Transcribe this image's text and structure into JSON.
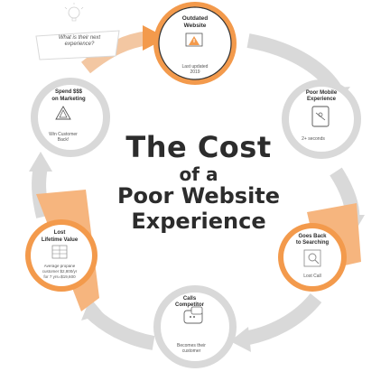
{
  "title": {
    "line1": "The Cost",
    "line2": "of a",
    "line3": "Poor Website",
    "line4": "Experience"
  },
  "top_question": "What is their next experience?",
  "stages": [
    {
      "id": "outdated-website",
      "label_line1": "Outdated",
      "label_line2": "Website",
      "sub_line1": "Last updated",
      "sub_line2": "2019"
    },
    {
      "id": "poor-mobile",
      "label_line1": "Poor Mobile",
      "label_line2": "Experience",
      "sub_line1": "2+ seconds"
    },
    {
      "id": "goes-back",
      "label_line1": "Goes Back",
      "label_line2": "to Searching",
      "sub_line1": "Lost Call"
    },
    {
      "id": "calls-competitor",
      "label_line1": "Calls",
      "label_line2": "Competitor",
      "sub_line1": "Becomes their",
      "sub_line2": "customer"
    },
    {
      "id": "lost-ltv",
      "label_line1": "Lost",
      "label_line2": "Lifetime Value",
      "sub_line1": "Average propane",
      "sub_line2": "customer $2,800/yr",
      "sub_line3": "for 7 yrs=$19,600"
    },
    {
      "id": "spend-marketing",
      "label_line1": "Spend $$$",
      "label_line2": "on Marketing",
      "sub_line1": "Win Customer",
      "sub_line2": "Back!"
    }
  ],
  "colors": {
    "accent": "#f39a4c",
    "ring": "#d9d9d9",
    "ring_dark": "#c8c8c8",
    "text": "#2c2c2c"
  },
  "icons": [
    "warning-icon",
    "phone-icon",
    "search-icon",
    "chat-icon",
    "building-icon",
    "recycle-icon"
  ]
}
